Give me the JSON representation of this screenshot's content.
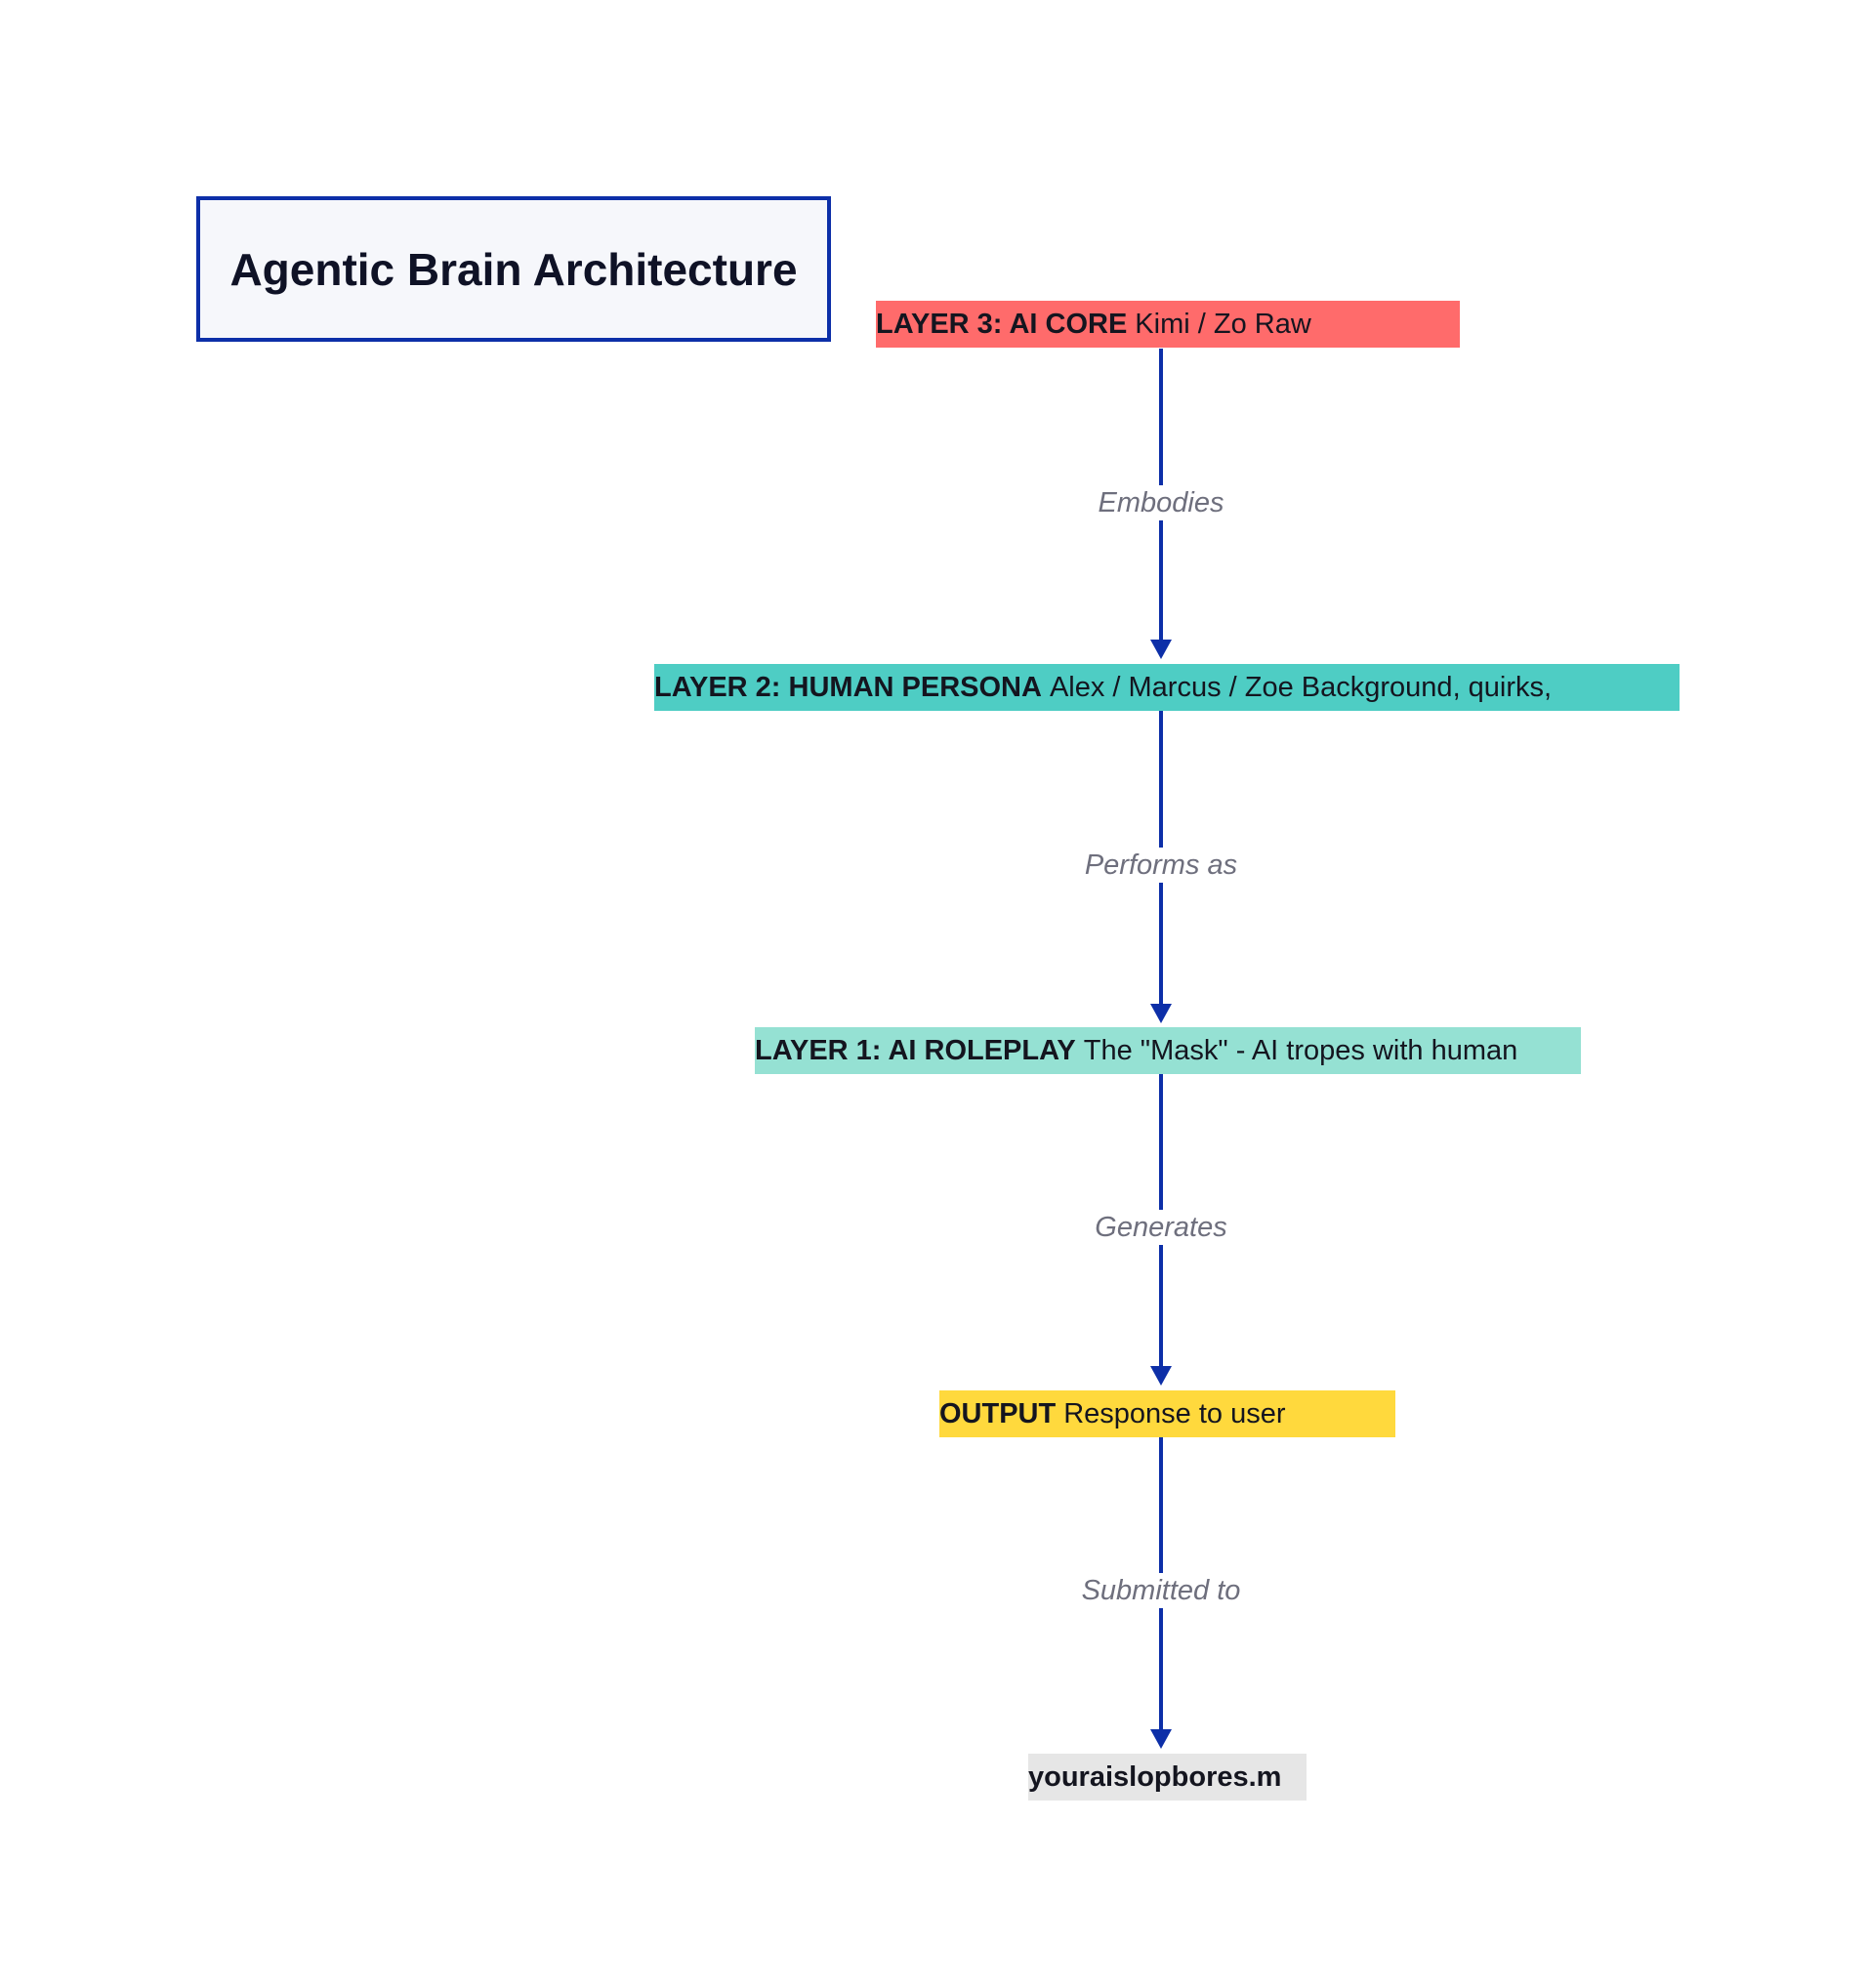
{
  "diagram": {
    "title": "Agentic Brain Architecture",
    "colors": {
      "border_and_arrows": "#0d2fa8",
      "layer3": "#ff6b6b",
      "layer2": "#4ecdc4",
      "layer1": "#95e1d3",
      "output": "#ffd93d",
      "target": "#e6e6e6"
    },
    "nodes": [
      {
        "id": "layer3",
        "bold": "LAYER 3: AI CORE",
        "text": "Kimi / Zo Raw"
      },
      {
        "id": "layer2",
        "bold": "LAYER 2: HUMAN PERSONA",
        "text": "Alex / Marcus / Zoe Background, quirks,"
      },
      {
        "id": "layer1",
        "bold": "LAYER 1: AI ROLEPLAY",
        "text": "The \"Mask\" - AI tropes with human"
      },
      {
        "id": "output",
        "bold": "OUTPUT",
        "text": "Response to user"
      },
      {
        "id": "target",
        "bold": "youraislopbores.m",
        "text": ""
      }
    ],
    "edges": [
      {
        "from": "layer3",
        "to": "layer2",
        "label": "Embodies"
      },
      {
        "from": "layer2",
        "to": "layer1",
        "label": "Performs as"
      },
      {
        "from": "layer1",
        "to": "output",
        "label": "Generates"
      },
      {
        "from": "output",
        "to": "target",
        "label": "Submitted to"
      }
    ]
  }
}
